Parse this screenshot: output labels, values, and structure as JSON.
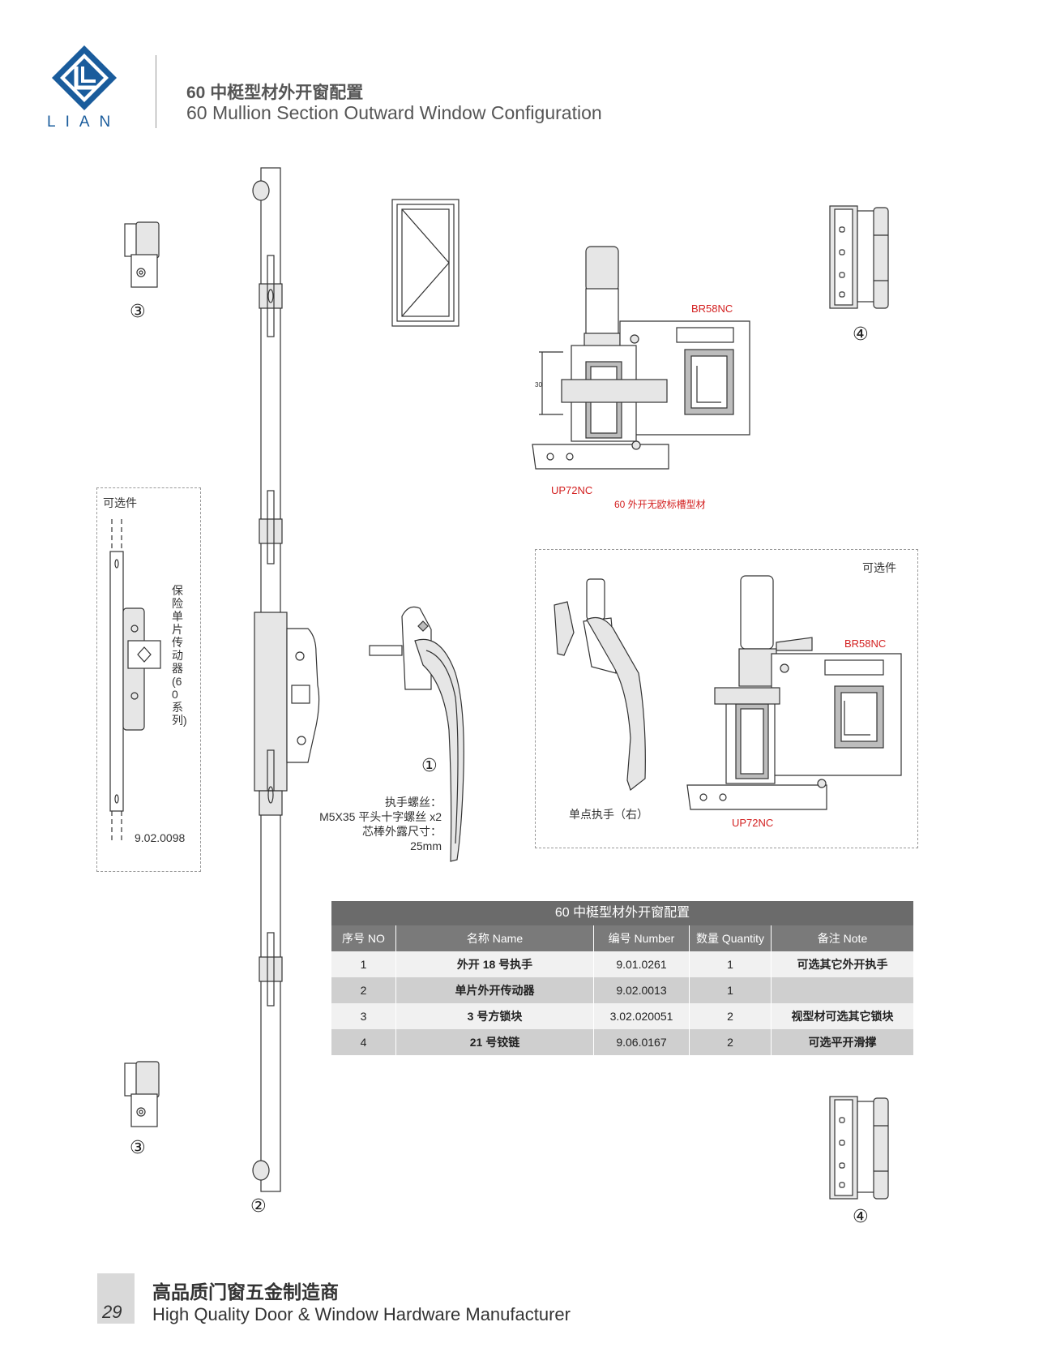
{
  "header": {
    "brand_name": "LIAN",
    "title_cn": "60 中梃型材外开窗配置",
    "title_en": "60 Mullion Section Outward Window Configuration"
  },
  "labels": {
    "item3_top": "③",
    "item3_bottom": "③",
    "item4_top": "④",
    "item4_bottom": "④",
    "item2": "②",
    "item1": "①",
    "optional_left": "可选件",
    "optional_right": "可选件",
    "vertical_note": "保险单片传动器(60系列)",
    "part_number": "9.02.0098",
    "profile_br_top": "BR58NC",
    "profile_up_top": "UP72NC",
    "profile_desc": "60 外开无欧标槽型材",
    "dimension_30": "30",
    "profile_br_right": "BR58NC",
    "profile_up_right": "UP72NC",
    "single_handle": "单点执手（右）",
    "handle_note": {
      "line1": "执手螺丝：",
      "line2": "M5X35 平头十字螺丝 x2",
      "line3": "芯棒外露尺寸：",
      "line4": "25mm"
    }
  },
  "table": {
    "title": "60 中梃型材外开窗配置",
    "headers": [
      "序号 NO",
      "名称 Name",
      "编号 Number",
      "数量 Quantity",
      "备注 Note"
    ],
    "rows": [
      [
        "1",
        "外开 18 号执手",
        "9.01.0261",
        "1",
        "可选其它外开执手"
      ],
      [
        "2",
        "单片外开传动器",
        "9.02.0013",
        "1",
        ""
      ],
      [
        "3",
        "3 号方锁块",
        "3.02.020051",
        "2",
        "视型材可选其它锁块"
      ],
      [
        "4",
        "21 号铰链",
        "9.06.0167",
        "2",
        "可选平开滑撑"
      ]
    ]
  },
  "footer": {
    "page_number": "29",
    "slogan_cn": "高品质门窗五金制造商",
    "slogan_en": "High Quality  Door & Window  Hardware Manufacturer"
  },
  "colors": {
    "brand_blue": "#1a5c9c",
    "profile_label_red": "#d32020",
    "table_header_gray": "#7a7a7a"
  }
}
